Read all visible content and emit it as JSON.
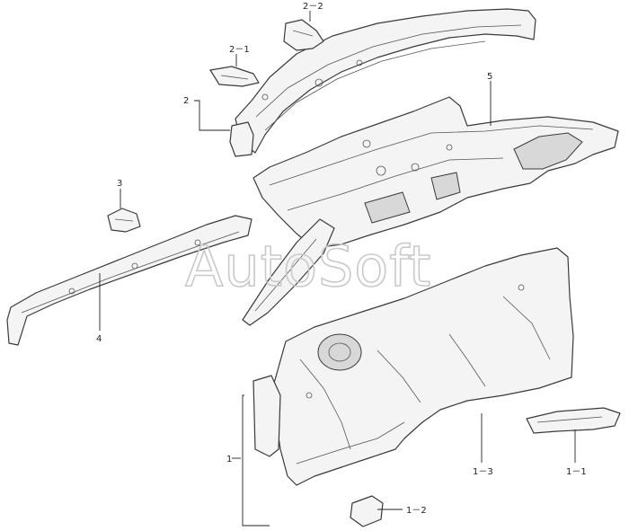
{
  "watermark": "AutoSoft",
  "callouts": {
    "p2_2": "2－2",
    "p2_1": "2－1",
    "p2": "2",
    "p5": "5",
    "p3": "3",
    "p4": "4",
    "p1": "1",
    "p1_3": "1－3",
    "p1_1": "1－1",
    "p1_2": "1－2"
  }
}
